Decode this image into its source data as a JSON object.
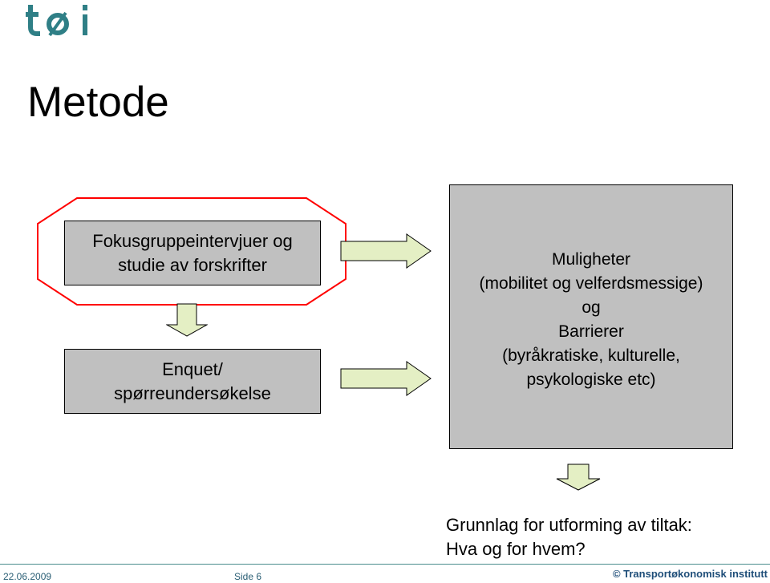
{
  "logo": {
    "brand_color": "#2f7f86"
  },
  "slide": {
    "title": "Metode",
    "box_focus": "Fokusgruppeintervjuer og\nstudie av forskrifter",
    "box_survey": "Enquet/\nspørreundersøkelse",
    "box_results": "Muligheter\n(mobilitet og velferdsmessige)\nog\nBarrierer\n(byråkratiske, kulturelle,\npsykologiske etc)",
    "conclusion": "Grunnlag for utforming av tiltak:\nHva og for hvem?"
  },
  "footer": {
    "date": "22.06.2009",
    "page": "Side 6",
    "copyright": "© Transportøkonomisk institutt"
  },
  "colors": {
    "box_fill": "#c0c0c0",
    "arrow_fill": "#e4efc4",
    "octagon_stroke": "#ff0000",
    "footer_text": "#1f4e79"
  }
}
